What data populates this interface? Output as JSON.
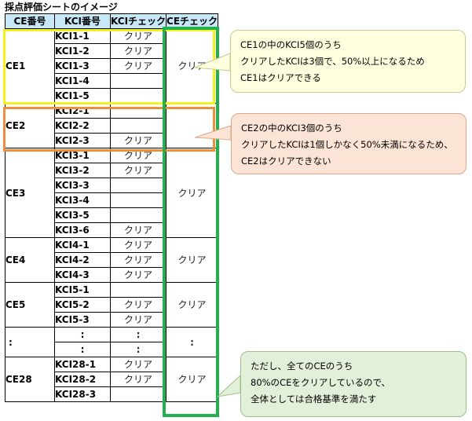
{
  "title": "採点評価シートのイメージ",
  "headers": [
    "CE番号",
    "KCI番号",
    "KCIチェック",
    "CEチェック"
  ],
  "groups": [
    {
      "ce": "CE1",
      "ce_check": "クリア",
      "rows": [
        {
          "kci": "KCI1-1",
          "check": "クリア"
        },
        {
          "kci": "KCI1-2",
          "check": "クリア"
        },
        {
          "kci": "KCI1-3",
          "check": "クリア"
        },
        {
          "kci": "KCI1-4",
          "check": ""
        },
        {
          "kci": "KCI1-5",
          "check": ""
        }
      ]
    },
    {
      "ce": "CE2",
      "ce_check": "",
      "rows": [
        {
          "kci": "KCI2-1",
          "check": ""
        },
        {
          "kci": "KCI2-2",
          "check": ""
        },
        {
          "kci": "KCI2-3",
          "check": "クリア"
        }
      ]
    },
    {
      "ce": "CE3",
      "ce_check": "クリア",
      "rows": [
        {
          "kci": "KCI3-1",
          "check": "クリア"
        },
        {
          "kci": "KCI3-2",
          "check": "クリア"
        },
        {
          "kci": "KCI3-3",
          "check": ""
        },
        {
          "kci": "KCI3-4",
          "check": ""
        },
        {
          "kci": "KCI3-5",
          "check": ""
        },
        {
          "kci": "KCI3-6",
          "check": "クリア"
        }
      ]
    },
    {
      "ce": "CE4",
      "ce_check": "クリア",
      "rows": [
        {
          "kci": "KCI4-1",
          "check": "クリア"
        },
        {
          "kci": "KCI4-2",
          "check": "クリア"
        },
        {
          "kci": "KCI4-3",
          "check": "クリア"
        }
      ]
    },
    {
      "ce": "CE5",
      "ce_check": "クリア",
      "rows": [
        {
          "kci": "KCI5-1",
          "check": ""
        },
        {
          "kci": "KCI5-2",
          "check": "クリア"
        },
        {
          "kci": "KCI5-3",
          "check": "クリア"
        }
      ]
    },
    {
      "ce": ":",
      "ce_check": ":",
      "dots": true,
      "rows": [
        {
          "kci": ":",
          "check": ":"
        },
        {
          "kci": ":",
          "check": ":"
        }
      ]
    },
    {
      "ce": "CE28",
      "ce_check": "クリア",
      "rows": [
        {
          "kci": "KCI28-1",
          "check": "クリア"
        },
        {
          "kci": "KCI28-2",
          "check": "クリア"
        },
        {
          "kci": "KCI28-3",
          "check": ""
        }
      ]
    }
  ],
  "notes": [
    {
      "lines": [
        "CE1の中のKCI5個のうち",
        "クリアしたKCIは3個で、50%以上になるため",
        "CE1はクリアできる"
      ]
    },
    {
      "lines": [
        "CE2の中のKCI3個のうち",
        "クリアしたKCIは1個しかなく50%未満になるため、",
        "CE2はクリアできない"
      ]
    },
    {
      "lines": [
        "ただし、全てのCEのうち",
        "80%のCEをクリアしているので、",
        "全体としては合格基準を満たす"
      ]
    }
  ],
  "colors": {
    "header_bg": "#c8e8f8",
    "yellow": "#f7f21e",
    "orange": "#ed8e3a",
    "green": "#22b14c"
  }
}
